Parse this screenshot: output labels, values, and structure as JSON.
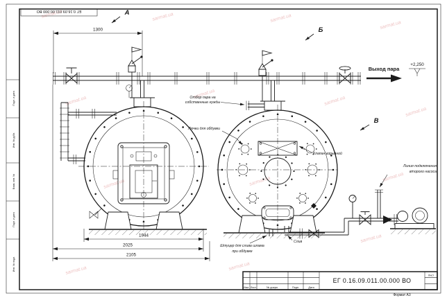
{
  "sheet": {
    "doc_number": "ЕГ 0.16.09.011.00.000 ВО",
    "format_label": "Формат А3",
    "stamp": {
      "izm": "Изм.",
      "list": "Лист",
      "docum": "№ докум.",
      "podp": "Подп.",
      "data": "Дата",
      "list_right": "Лист"
    },
    "margin_labels": [
      "Подп. и дата",
      "Инв. № дубл.",
      "Взам. инв. №",
      "Подп. и дата",
      "Инв. № подл."
    ]
  },
  "views": {
    "a": "А",
    "b": "Б",
    "v": "В"
  },
  "dimensions": {
    "pipe_span": "1300",
    "boiler_diameter": "1944",
    "width_1": "2025",
    "width_2": "2105"
  },
  "labels": {
    "steam_out": "Выход пара",
    "elevation": "+2,250",
    "own_needs_1": "Отбор пара на",
    "own_needs_2": "собственные нужды",
    "blow_hatches": "Лючки для обдувки",
    "explosion_valve": "Клапан взрывной",
    "second_pump_1": "Линия подключения",
    "second_pump_2": "второго насоса",
    "sludge_1": "Штуцер для слива шлама",
    "sludge_2": "при обдувке",
    "drain": "Слив"
  },
  "watermark": {
    "text": "sarmat.ua"
  }
}
